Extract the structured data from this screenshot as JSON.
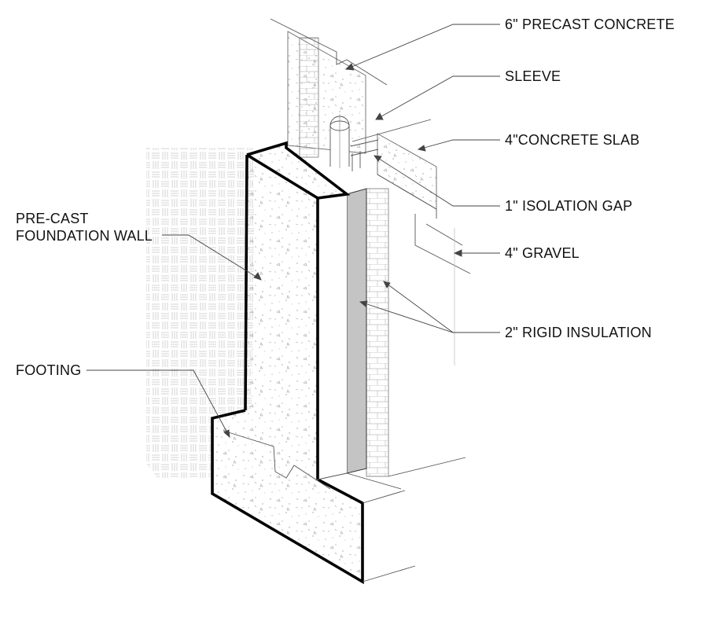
{
  "diagram": {
    "labels": {
      "precast_concrete": "6\" PRECAST CONCRETE",
      "sleeve": "SLEEVE",
      "concrete_slab": "4\"CONCRETE SLAB",
      "isolation_gap": "1\" ISOLATION GAP",
      "gravel": "4\" GRAVEL",
      "rigid_insulation": "2\" RIGID INSULATION",
      "foundation_wall_line1": "PRE-CAST",
      "foundation_wall_line2": "FOUNDATION WALL",
      "footing": "FOOTING"
    },
    "colors": {
      "outline": "#000000",
      "line": "#555555",
      "insulation": "#c4c4c4",
      "pattern": "#cfcfcf"
    }
  }
}
